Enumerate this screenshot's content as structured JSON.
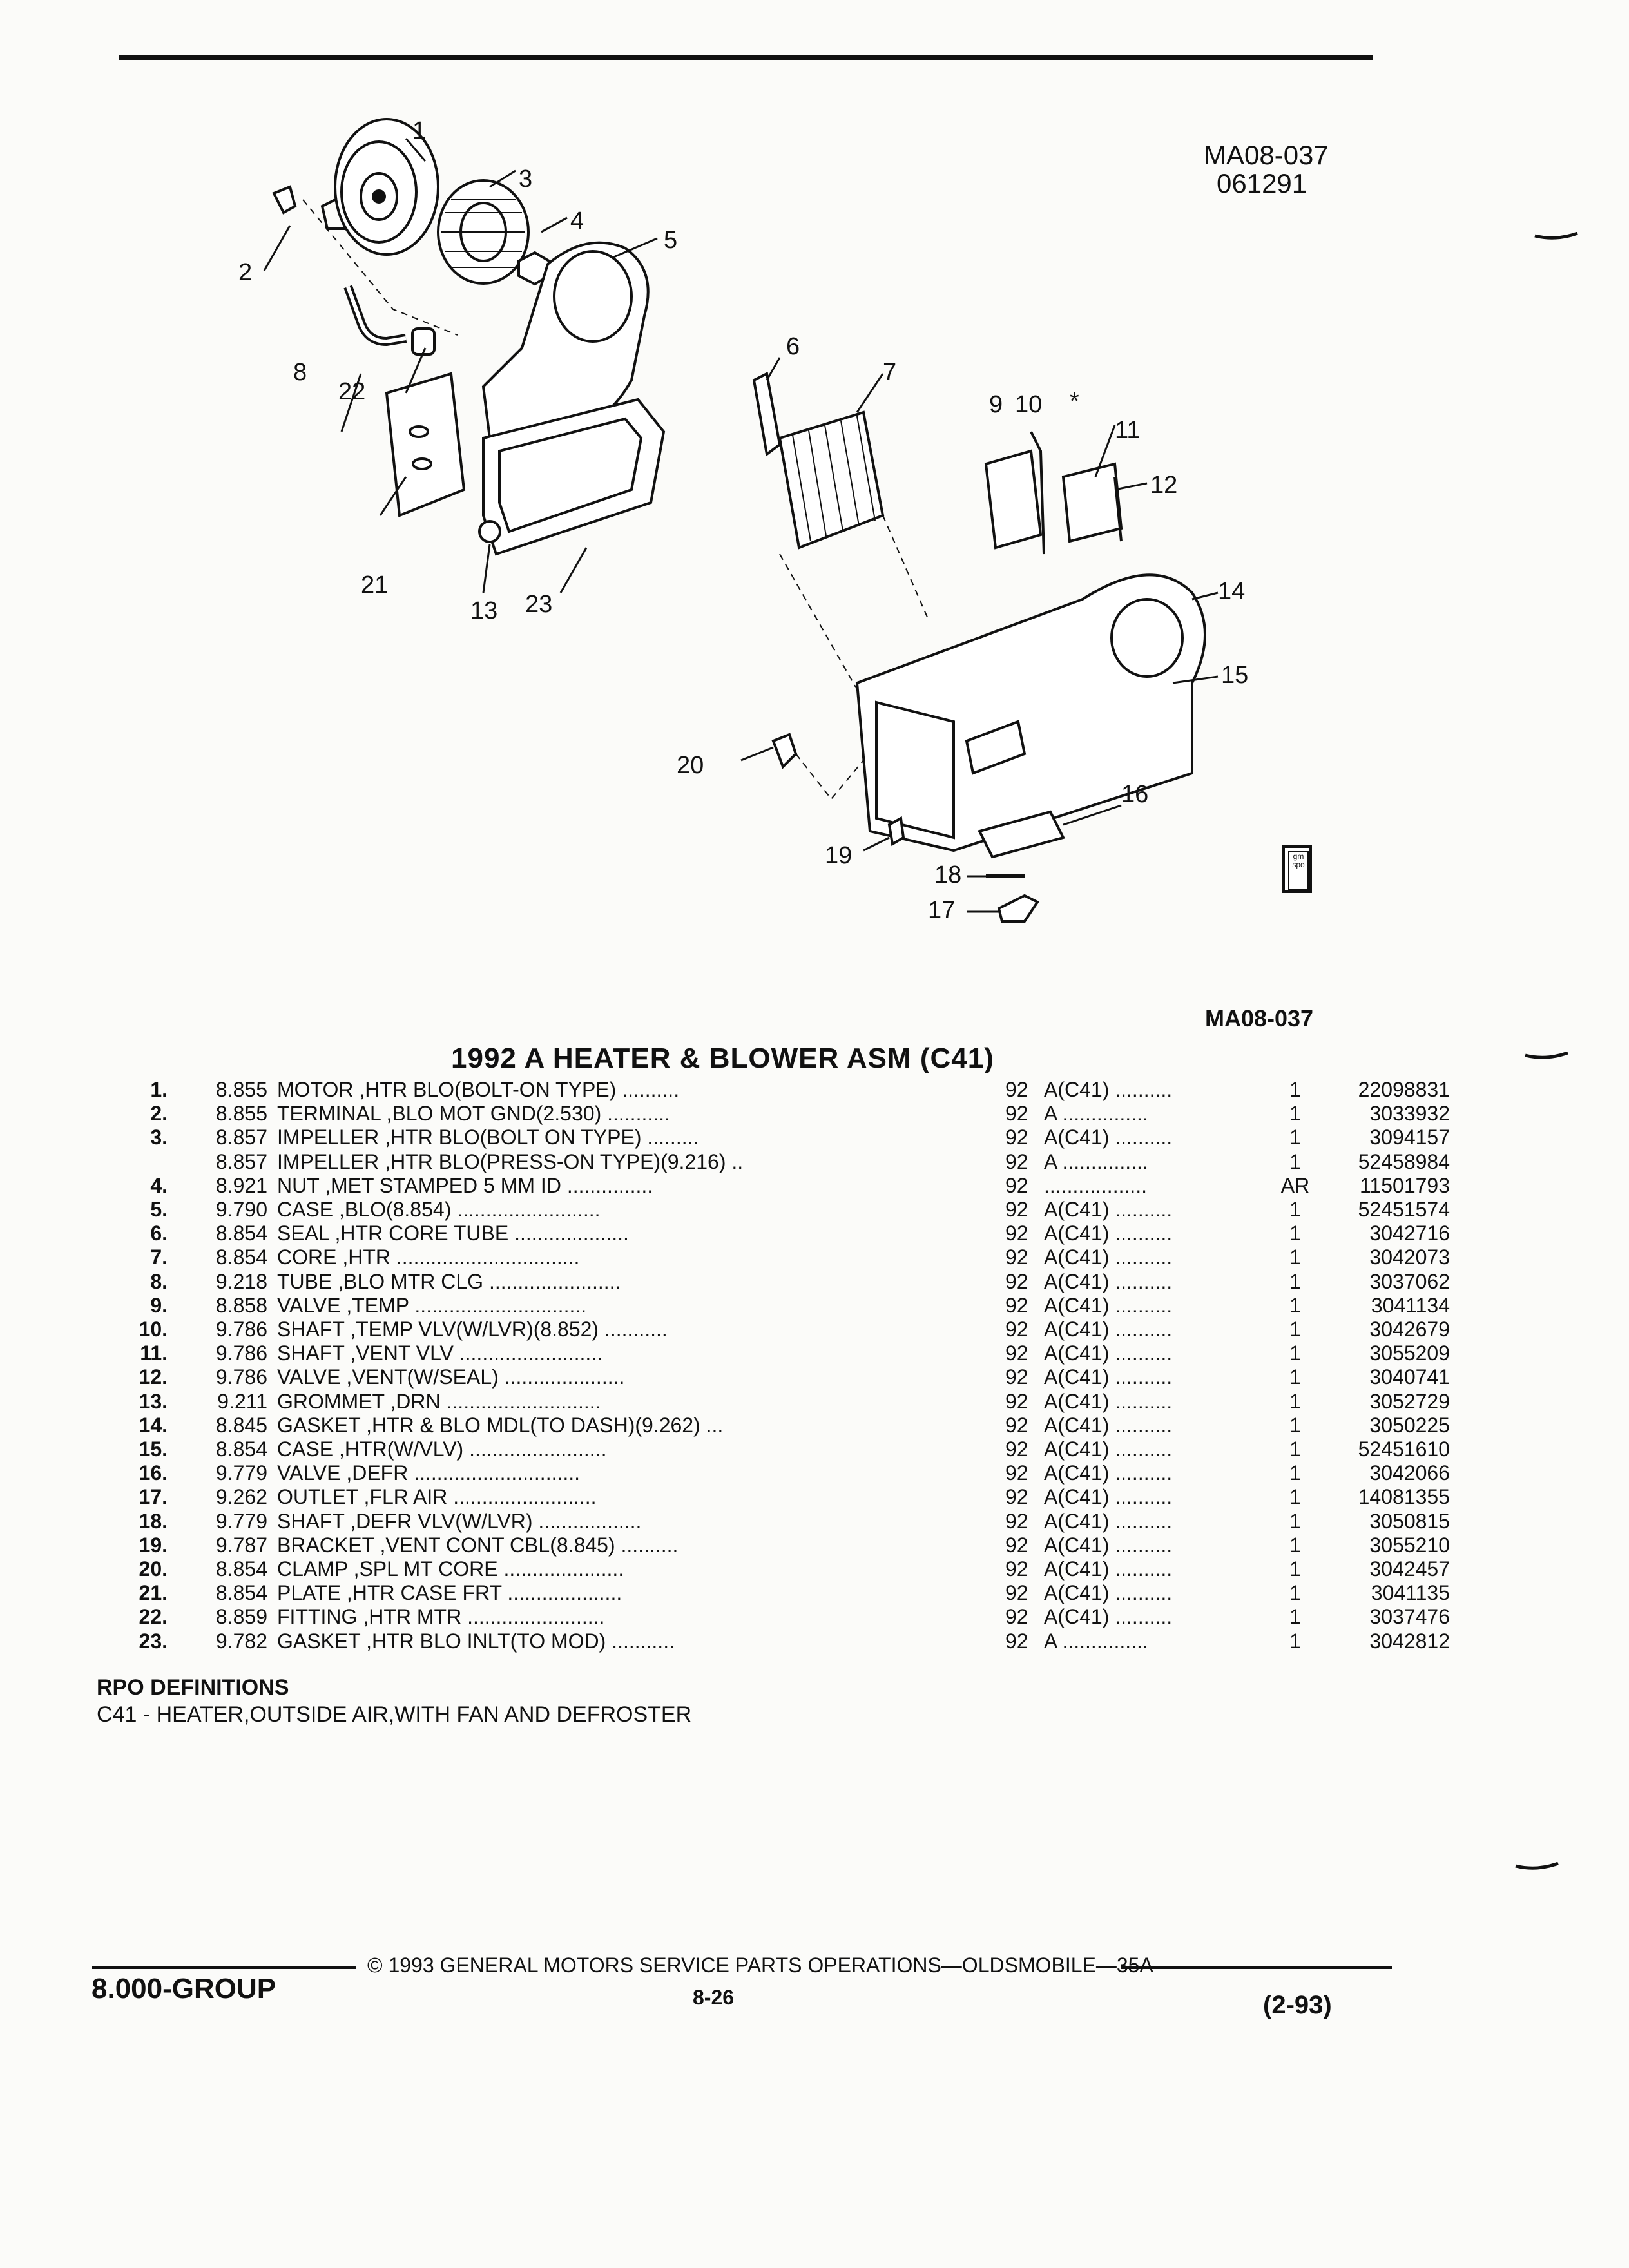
{
  "header": {
    "code": "MA08-037",
    "date": "061291"
  },
  "diagram": {
    "ref_code": "MA08-037",
    "callouts": [
      "1",
      "2",
      "3",
      "4",
      "5",
      "6",
      "7",
      "8",
      "9",
      "10",
      "*",
      "11",
      "12",
      "13",
      "14",
      "15",
      "16",
      "17",
      "18",
      "19",
      "20",
      "21",
      "22",
      "23"
    ],
    "badge_text": "gm spo"
  },
  "parts_list": {
    "title": "1992 A HEATER & BLOWER ASM (C41)",
    "rows": [
      {
        "num": "1.",
        "ref": "8.855",
        "desc": "MOTOR ,HTR BLO(BOLT-ON TYPE) ..........",
        "year": "92",
        "code": "A(C41) ..........",
        "qty": "1",
        "part": "22098831"
      },
      {
        "num": "2.",
        "ref": "8.855",
        "desc": "TERMINAL ,BLO MOT GND(2.530) ...........",
        "year": "92",
        "code": "A ...............",
        "qty": "1",
        "part": "3033932"
      },
      {
        "num": "3.",
        "ref": "8.857",
        "desc": "IMPELLER ,HTR BLO(BOLT ON TYPE) .........",
        "year": "92",
        "code": "A(C41) ..........",
        "qty": "1",
        "part": "3094157"
      },
      {
        "num": "",
        "ref": "8.857",
        "desc": "IMPELLER ,HTR BLO(PRESS-ON TYPE)(9.216) ..",
        "year": "92",
        "code": "A ...............",
        "qty": "1",
        "part": "52458984"
      },
      {
        "num": "4.",
        "ref": "8.921",
        "desc": "NUT ,MET STAMPED 5 MM ID ...............",
        "year": "92",
        "code": "..................",
        "qty": "AR",
        "part": "11501793"
      },
      {
        "num": "5.",
        "ref": "9.790",
        "desc": "CASE ,BLO(8.854) .........................",
        "year": "92",
        "code": "A(C41) ..........",
        "qty": "1",
        "part": "52451574"
      },
      {
        "num": "6.",
        "ref": "8.854",
        "desc": "SEAL ,HTR CORE TUBE ....................",
        "year": "92",
        "code": "A(C41) ..........",
        "qty": "1",
        "part": "3042716"
      },
      {
        "num": "7.",
        "ref": "8.854",
        "desc": "CORE ,HTR ................................",
        "year": "92",
        "code": "A(C41) ..........",
        "qty": "1",
        "part": "3042073"
      },
      {
        "num": "8.",
        "ref": "9.218",
        "desc": "TUBE ,BLO MTR CLG .......................",
        "year": "92",
        "code": "A(C41) ..........",
        "qty": "1",
        "part": "3037062"
      },
      {
        "num": "9.",
        "ref": "8.858",
        "desc": "VALVE ,TEMP ..............................",
        "year": "92",
        "code": "A(C41) ..........",
        "qty": "1",
        "part": "3041134"
      },
      {
        "num": "10.",
        "ref": "9.786",
        "desc": "SHAFT ,TEMP VLV(W/LVR)(8.852) ...........",
        "year": "92",
        "code": "A(C41) ..........",
        "qty": "1",
        "part": "3042679"
      },
      {
        "num": "11.",
        "ref": "9.786",
        "desc": "SHAFT ,VENT VLV .........................",
        "year": "92",
        "code": "A(C41) ..........",
        "qty": "1",
        "part": "3055209"
      },
      {
        "num": "12.",
        "ref": "9.786",
        "desc": "VALVE ,VENT(W/SEAL) .....................",
        "year": "92",
        "code": "A(C41) ..........",
        "qty": "1",
        "part": "3040741"
      },
      {
        "num": "13.",
        "ref": "9.211",
        "desc": "GROMMET ,DRN ...........................",
        "year": "92",
        "code": "A(C41) ..........",
        "qty": "1",
        "part": "3052729"
      },
      {
        "num": "14.",
        "ref": "8.845",
        "desc": "GASKET ,HTR & BLO MDL(TO DASH)(9.262) ...",
        "year": "92",
        "code": "A(C41) ..........",
        "qty": "1",
        "part": "3050225"
      },
      {
        "num": "15.",
        "ref": "8.854",
        "desc": "CASE ,HTR(W/VLV) ........................",
        "year": "92",
        "code": "A(C41) ..........",
        "qty": "1",
        "part": "52451610"
      },
      {
        "num": "16.",
        "ref": "9.779",
        "desc": "VALVE ,DEFR .............................",
        "year": "92",
        "code": "A(C41) ..........",
        "qty": "1",
        "part": "3042066"
      },
      {
        "num": "17.",
        "ref": "9.262",
        "desc": "OUTLET ,FLR AIR .........................",
        "year": "92",
        "code": "A(C41) ..........",
        "qty": "1",
        "part": "14081355"
      },
      {
        "num": "18.",
        "ref": "9.779",
        "desc": "SHAFT ,DEFR VLV(W/LVR) ..................",
        "year": "92",
        "code": "A(C41) ..........",
        "qty": "1",
        "part": "3050815"
      },
      {
        "num": "19.",
        "ref": "9.787",
        "desc": "BRACKET ,VENT CONT CBL(8.845) ..........",
        "year": "92",
        "code": "A(C41) ..........",
        "qty": "1",
        "part": "3055210"
      },
      {
        "num": "20.",
        "ref": "8.854",
        "desc": "CLAMP ,SPL MT CORE .....................",
        "year": "92",
        "code": "A(C41) ..........",
        "qty": "1",
        "part": "3042457"
      },
      {
        "num": "21.",
        "ref": "8.854",
        "desc": "PLATE ,HTR CASE FRT ....................",
        "year": "92",
        "code": "A(C41) ..........",
        "qty": "1",
        "part": "3041135"
      },
      {
        "num": "22.",
        "ref": "8.859",
        "desc": "FITTING ,HTR MTR ........................",
        "year": "92",
        "code": "A(C41) ..........",
        "qty": "1",
        "part": "3037476"
      },
      {
        "num": "23.",
        "ref": "9.782",
        "desc": "GASKET ,HTR BLO INLT(TO MOD) ...........",
        "year": "92",
        "code": "A ...............",
        "qty": "1",
        "part": "3042812"
      }
    ]
  },
  "rpo": {
    "heading": "RPO DEFINITIONS",
    "definition": "C41 - HEATER,OUTSIDE AIR,WITH FAN AND DEFROSTER"
  },
  "footer": {
    "copyright": "© 1993 GENERAL MOTORS SERVICE PARTS OPERATIONS—OLDSMOBILE—35A",
    "group": "8.000-GROUP",
    "page": "8-26",
    "revision": "(2-93)"
  }
}
